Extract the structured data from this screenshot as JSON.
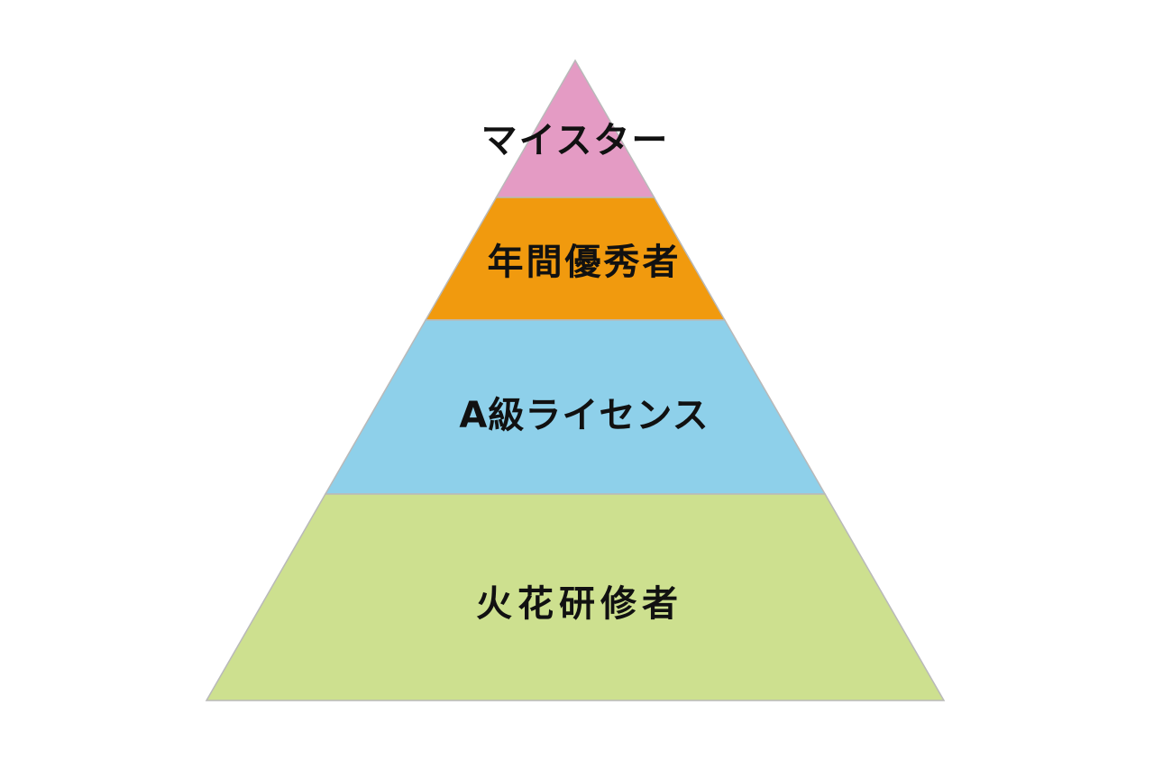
{
  "tiers": [
    {
      "label": "マイスター",
      "color": "#e49bc4"
    },
    {
      "label": "年間優秀者",
      "color": "#f19a0e"
    },
    {
      "label": "A級ライセンス",
      "color": "#8ed0ea"
    },
    {
      "label": "火花研修者",
      "color": "#cde08f"
    }
  ],
  "outline_color": "#b9b9b9",
  "text_color": "#111111"
}
